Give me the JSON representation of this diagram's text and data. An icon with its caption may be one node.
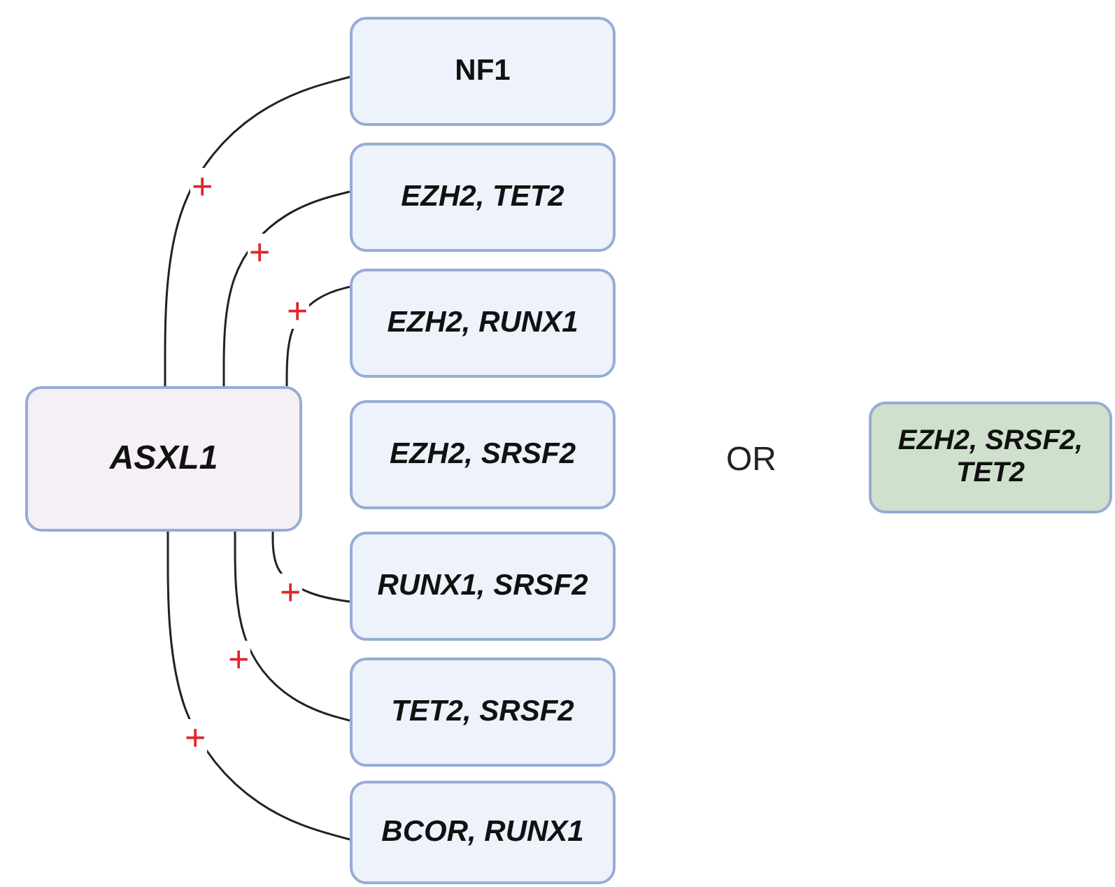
{
  "diagram": {
    "nodes": [
      {
        "text": [
          "ASXL1"
        ]
      },
      {
        "text": [
          "NF1"
        ]
      },
      {
        "text": [
          "EZH2, TET2"
        ]
      },
      {
        "text": [
          "EZH2, RUNX1"
        ]
      },
      {
        "text": [
          "EZH2, SRSF2"
        ]
      },
      {
        "text": [
          "RUNX1, SRSF2"
        ]
      },
      {
        "text": [
          "TET2, SRSF2"
        ]
      },
      {
        "text": [
          "BCOR, RUNX1"
        ]
      },
      {
        "text": [
          "EZH2, SRSF2, TET2"
        ]
      }
    ],
    "edges": [
      {
        "from": 0,
        "to": 1,
        "arrow": "none",
        "label": "+"
      },
      {
        "from": 0,
        "to": 2,
        "arrow": "none",
        "label": "+"
      },
      {
        "from": 0,
        "to": 3,
        "arrow": "none",
        "label": "+"
      },
      {
        "from": 0,
        "to": 5,
        "arrow": "none",
        "label": "+"
      },
      {
        "from": 0,
        "to": 6,
        "arrow": "none",
        "label": "+"
      },
      {
        "from": 0,
        "to": 7,
        "arrow": "none",
        "label": "+"
      }
    ],
    "labels": [
      "OR"
    ]
  }
}
